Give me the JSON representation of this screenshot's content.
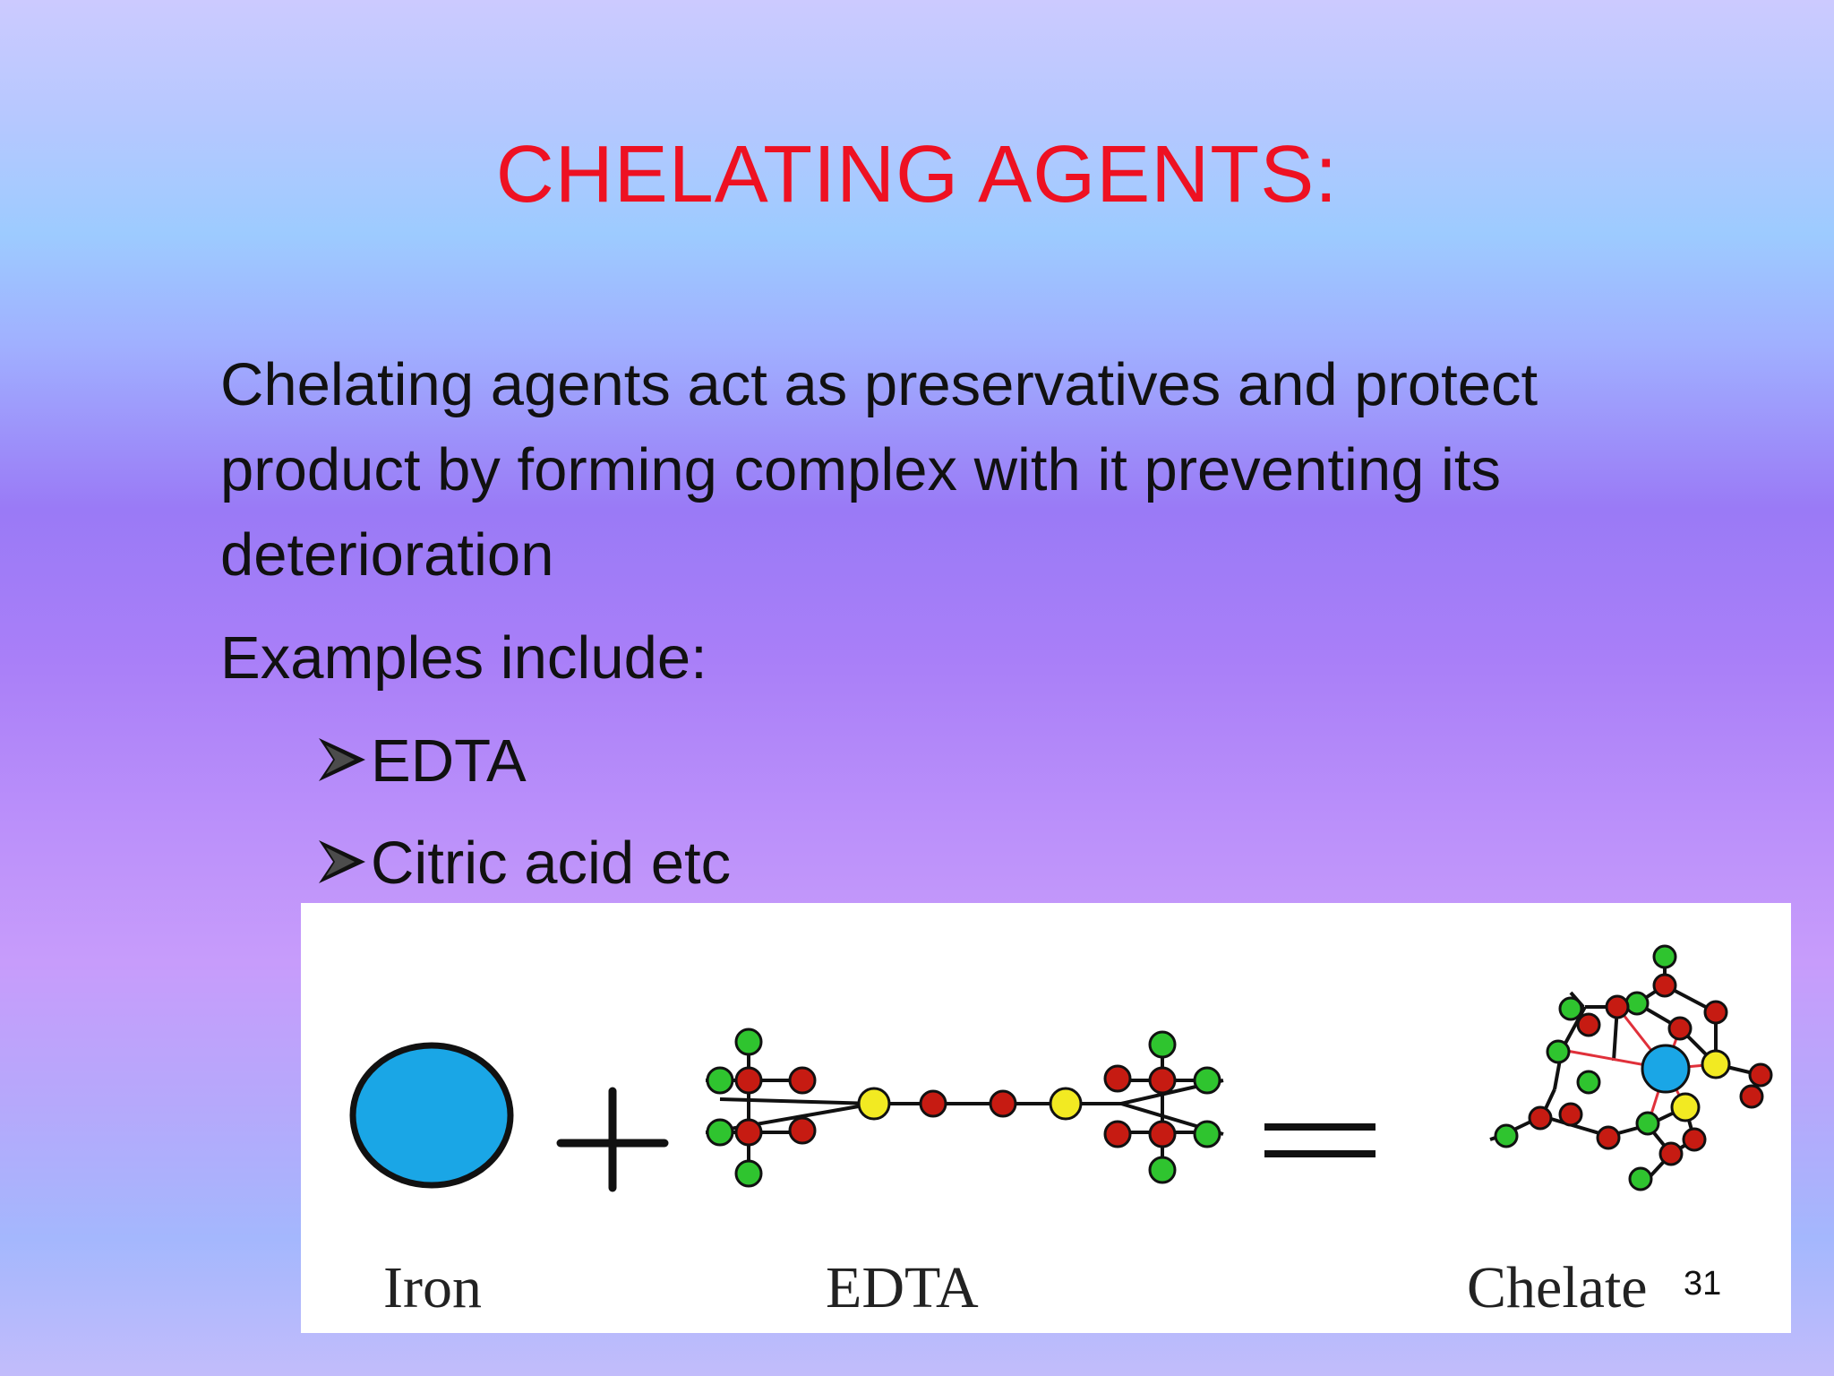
{
  "slide": {
    "title": "CHELATING AGENTS:",
    "paragraph": "Chelating agents act as preservatives and protect product by forming complex with it preventing its deterioration",
    "examples_label": "Examples include:",
    "bullets": [
      "EDTA",
      "Citric acid etc"
    ],
    "page_number": "31"
  },
  "figure": {
    "captions": {
      "iron": "Iron",
      "edta": "EDTA",
      "chelate": "Chelate"
    },
    "colors": {
      "iron": "#1aa6e6",
      "carbon": "#c61b12",
      "nitrogen": "#f2ea22",
      "oxygen": "#2fc42f",
      "bond": "#111111",
      "coordination_bond": "#e0303a"
    }
  },
  "theme": {
    "title_color": "#ee1122",
    "text_color": "#111111"
  }
}
